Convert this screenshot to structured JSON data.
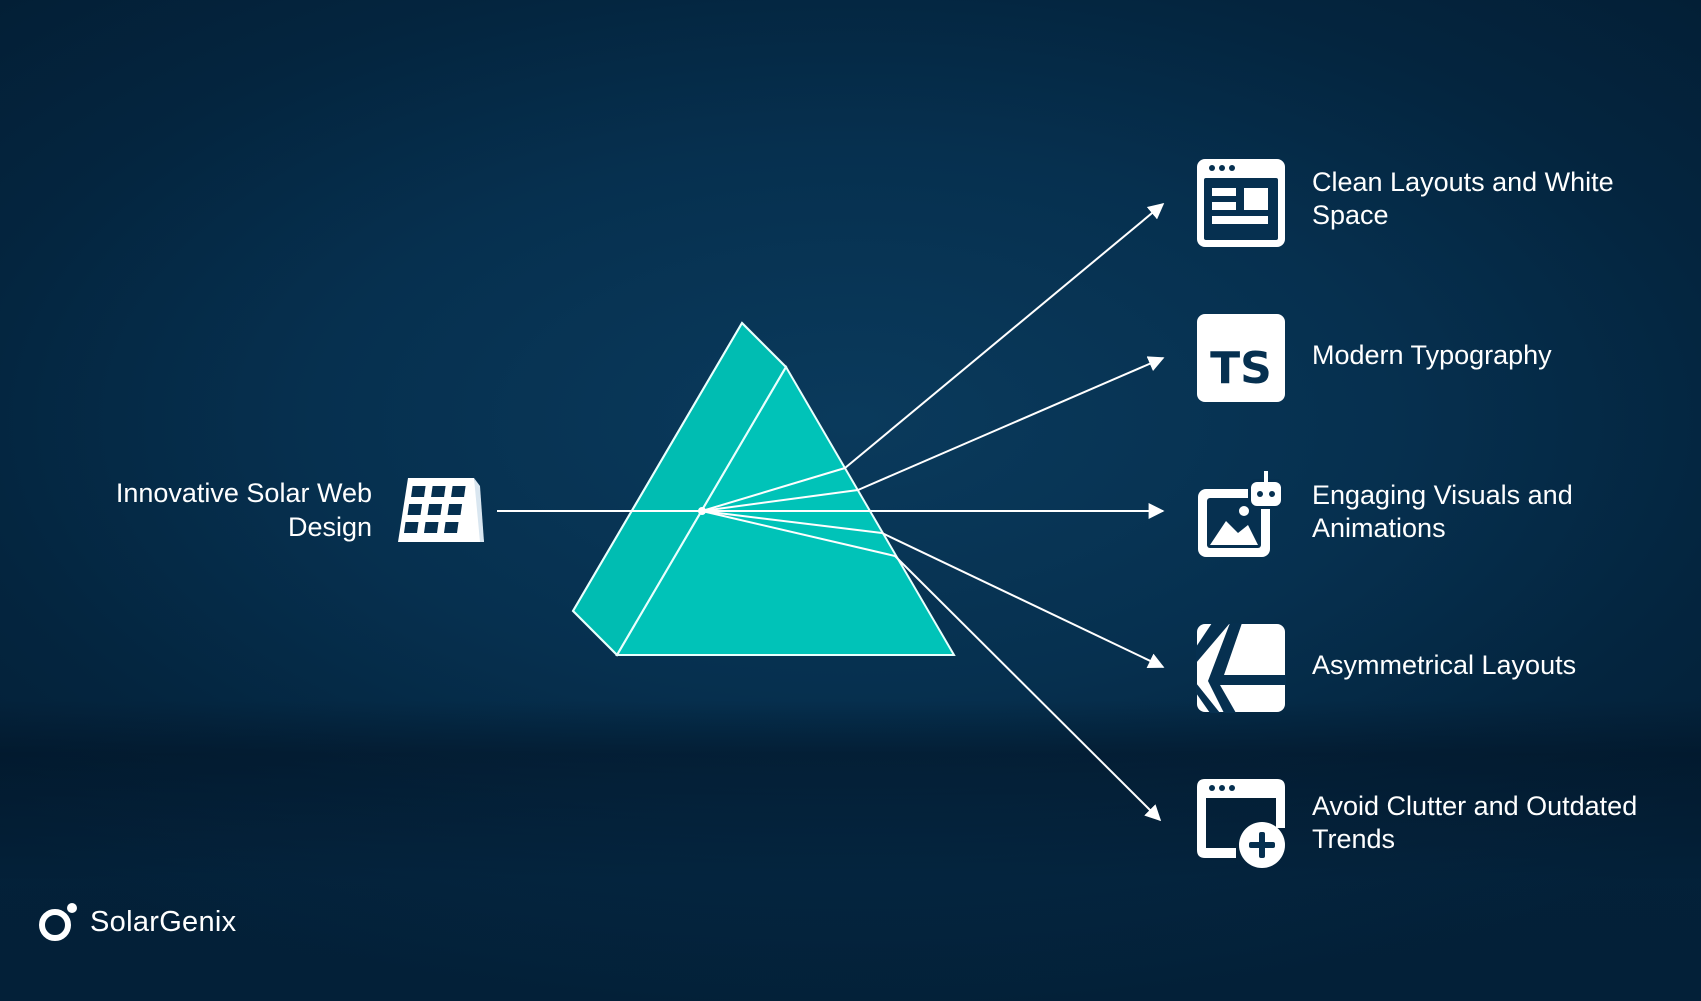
{
  "source": {
    "label": "Innovative Solar Web Design",
    "icon": "solar-panel-icon"
  },
  "outputs": [
    {
      "label": "Clean Layouts and White Space",
      "icon": "browser-layout-icon"
    },
    {
      "label": "Modern Typography",
      "icon": "ts-typography-icon"
    },
    {
      "label": "Engaging Visuals and Animations",
      "icon": "image-robot-icon"
    },
    {
      "label": "Asymmetrical Layouts",
      "icon": "asymmetric-layout-icon"
    },
    {
      "label": "Avoid Clutter and Outdated Trends",
      "icon": "browser-add-icon"
    }
  ],
  "brand": {
    "name": "SolarGenix",
    "icon": "solargenix-logo-icon"
  },
  "colors": {
    "prism": "#00c2b7",
    "line": "#ffffff",
    "background": "#063050"
  }
}
